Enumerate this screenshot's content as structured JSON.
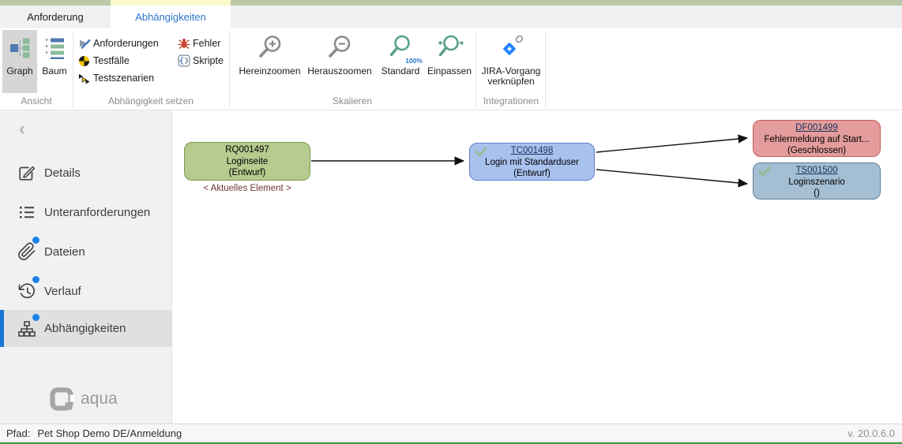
{
  "tabs": [
    {
      "label": "Anforderung",
      "active": false
    },
    {
      "label": "Abhängigkeiten",
      "active": true
    }
  ],
  "ribbon": {
    "ansicht": {
      "label": "Ansicht",
      "graph": "Graph",
      "baum": "Baum",
      "selected": "Graph"
    },
    "dependency": {
      "label": "Abhängigkeit setzen",
      "items": [
        "Anforderungen",
        "Testfälle",
        "Testszenarien",
        "Fehler",
        "Skripte"
      ]
    },
    "scale": {
      "label": "Skalieren",
      "buttons": [
        "Hereinzoomen",
        "Herauszoomen",
        "Standard",
        "Einpassen"
      ],
      "standard_badge": "100%"
    },
    "integrations": {
      "label": "Integrationen",
      "jira_line1": "JIRA-Vorgang",
      "jira_line2": "verknüpfen"
    }
  },
  "sidebar": {
    "items": [
      {
        "label": "Details",
        "badge": false,
        "selected": false
      },
      {
        "label": "Unteranforderungen",
        "badge": false,
        "selected": false
      },
      {
        "label": "Dateien",
        "badge": true,
        "selected": false
      },
      {
        "label": "Verlauf",
        "badge": true,
        "selected": false
      },
      {
        "label": "Abhängigkeiten",
        "badge": true,
        "selected": true
      }
    ],
    "logo_text": "aqua"
  },
  "graph": {
    "current_marker": "< Aktuelles Element >",
    "nodes": {
      "rq": {
        "id": "RQ001497",
        "title": "Loginseite",
        "status": "(Entwurf)",
        "type": "requirement",
        "checked": false
      },
      "tc": {
        "id": "TC001498",
        "title": "Login mit Standarduser",
        "status": "(Entwurf)",
        "type": "testcase",
        "checked": true
      },
      "df": {
        "id": "DF001499",
        "title": "Fehlermeldung auf Start...",
        "status": "(Geschlossen)",
        "type": "defect",
        "checked": false
      },
      "ts": {
        "id": "TS001500",
        "title": "Loginszenario",
        "status": "()",
        "type": "testscenario",
        "checked": true
      }
    },
    "edges": [
      {
        "from": "RQ001497",
        "to": "TC001498"
      },
      {
        "from": "TC001498",
        "to": "DF001499"
      },
      {
        "from": "TC001498",
        "to": "TS001500"
      }
    ]
  },
  "statusbar": {
    "path_label": "Pfad:",
    "path_value": "Pet Shop Demo DE/Anmeldung",
    "version": "v. 20.0.6.0"
  },
  "icons": {
    "collapse": "‹",
    "check": "checkmark",
    "zoom_in": "magnifier-plus",
    "zoom_out": "magnifier-minus",
    "zoom_standard": "magnifier-100",
    "zoom_fit": "magnifier-fit",
    "jira": "jira-diamond-link"
  },
  "colors": {
    "accent_blue": "#2e75cc",
    "top_strip_green": "#bcc9a8",
    "active_tab_highlight": "#fafacd",
    "selected_nav_bar": "#1976d2",
    "node_requirement": "#b6cb8e",
    "node_requirement_border": "#7a9a50",
    "node_testcase": "#a9c1ed",
    "node_testcase_border": "#5b7fd0",
    "node_defect": "#e49c9c",
    "node_defect_border": "#c05d5d",
    "node_scenario": "#a4bed3",
    "node_scenario_border": "#5f7e96",
    "current_marker_text": "#6d3535",
    "jira_blue": "#2684ff",
    "bottom_edge_green": "#3ca23c"
  }
}
